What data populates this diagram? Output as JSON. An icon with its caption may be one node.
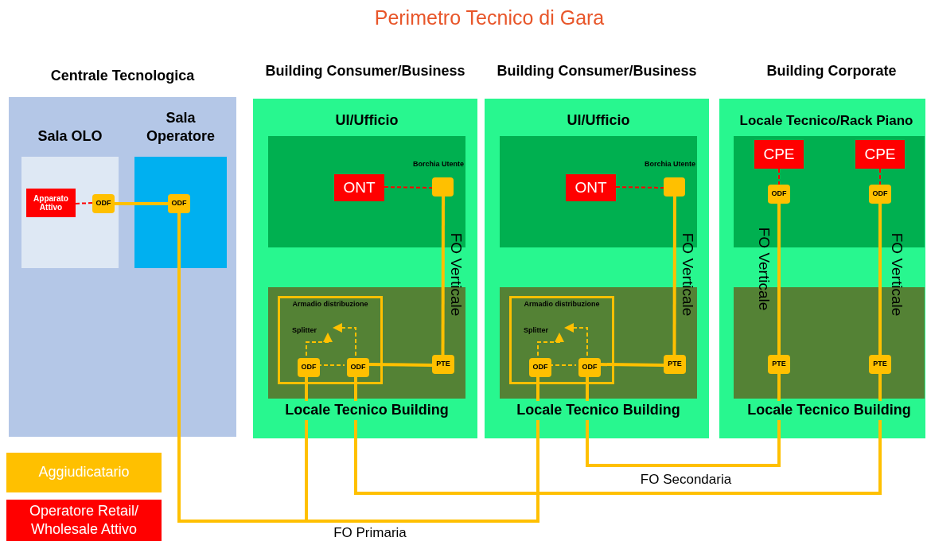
{
  "diagram": {
    "title": "Perimetro Tecnico di Gara",
    "nodes": [
      {
        "text": [
          "Centrale Tecnologica"
        ]
      },
      {
        "text": [
          "Sala OLO"
        ],
        "in": 0
      },
      {
        "text": [
          "Apparato Attivo"
        ],
        "in": 1
      },
      {
        "text": [
          "ODF"
        ],
        "in": 1
      },
      {
        "text": [
          "Sala Operatore"
        ],
        "in": 0
      },
      {
        "text": [
          "ODF"
        ],
        "in": 4
      },
      {
        "text": [
          "Building Consumer/Business"
        ]
      },
      {
        "text": [
          "UI/Ufficio"
        ],
        "in": 6
      },
      {
        "text": [
          "ONT"
        ],
        "in": 7
      },
      {
        "text": [
          "Borchia Utente"
        ],
        "in": 7
      },
      {
        "text": [
          "Locale Tecnico Building"
        ],
        "in": 6
      },
      {
        "text": [
          "Armadio distribuzione"
        ],
        "in": 10
      },
      {
        "text": [
          "Splitter"
        ],
        "in": 11
      },
      {
        "text": [
          "ODF"
        ],
        "in": 11
      },
      {
        "text": [
          "ODF"
        ],
        "in": 11
      },
      {
        "text": [
          "PTE"
        ],
        "in": 10
      },
      {
        "text": [
          "Building Consumer/Business"
        ]
      },
      {
        "text": [
          "UI/Ufficio"
        ],
        "in": 16
      },
      {
        "text": [
          "ONT"
        ],
        "in": 17
      },
      {
        "text": [
          "Borchia Utente"
        ],
        "in": 17
      },
      {
        "text": [
          "Locale Tecnico Building"
        ],
        "in": 16
      },
      {
        "text": [
          "Armadio distribuzione"
        ],
        "in": 20
      },
      {
        "text": [
          "Splitter"
        ],
        "in": 21
      },
      {
        "text": [
          "ODF"
        ],
        "in": 21
      },
      {
        "text": [
          "ODF"
        ],
        "in": 21
      },
      {
        "text": [
          "PTE"
        ],
        "in": 20
      },
      {
        "text": [
          "Building Corporate"
        ]
      },
      {
        "text": [
          "Locale Tecnico/Rack Piano"
        ],
        "in": 26
      },
      {
        "text": [
          "CPE"
        ],
        "in": 27
      },
      {
        "text": [
          "ODF"
        ],
        "in": 27
      },
      {
        "text": [
          "CPE"
        ],
        "in": 27
      },
      {
        "text": [
          "ODF"
        ],
        "in": 27
      },
      {
        "text": [
          "Locale Tecnico Building"
        ],
        "in": 26
      },
      {
        "text": [
          "PTE"
        ],
        "in": 32
      },
      {
        "text": [
          "PTE"
        ],
        "in": 32
      }
    ],
    "edges": [
      {
        "from": 2,
        "to": 3,
        "arrow": "none",
        "style": "dashed",
        "color": "#ff0000"
      },
      {
        "from": 3,
        "to": 5,
        "arrow": "none",
        "style": "thick"
      },
      {
        "from": 8,
        "to": 9,
        "arrow": "none",
        "style": "dashed",
        "color": "#ff0000"
      },
      {
        "from": 9,
        "to": 15,
        "arrow": "none",
        "label": "FO Verticale",
        "style": "thick"
      },
      {
        "from": 13,
        "to": 12,
        "arrow": "to",
        "style": "dashed"
      },
      {
        "from": 14,
        "to": 12,
        "arrow": "to",
        "style": "dashed"
      },
      {
        "from": 13,
        "to": 14,
        "arrow": "none",
        "style": "dashed"
      },
      {
        "from": 14,
        "to": 15,
        "arrow": "none",
        "style": "thick"
      },
      {
        "from": 18,
        "to": 19,
        "arrow": "none",
        "style": "dashed",
        "color": "#ff0000"
      },
      {
        "from": 19,
        "to": 25,
        "arrow": "none",
        "label": "FO Verticale",
        "style": "thick"
      },
      {
        "from": 23,
        "to": 22,
        "arrow": "to",
        "style": "dashed"
      },
      {
        "from": 24,
        "to": 22,
        "arrow": "to",
        "style": "dashed"
      },
      {
        "from": 23,
        "to": 24,
        "arrow": "none",
        "style": "dashed"
      },
      {
        "from": 24,
        "to": 25,
        "arrow": "none",
        "style": "thick"
      },
      {
        "from": 28,
        "to": 29,
        "arrow": "none",
        "style": "dashed",
        "color": "#ff0000"
      },
      {
        "from": 30,
        "to": 31,
        "arrow": "none",
        "style": "dashed",
        "color": "#ff0000"
      },
      {
        "from": 29,
        "to": 33,
        "arrow": "none",
        "label": "FO Verticale",
        "style": "thick"
      },
      {
        "from": 31,
        "to": 34,
        "arrow": "none",
        "label": "FO Verticale",
        "style": "thick"
      },
      {
        "from": 5,
        "to": 13,
        "arrow": "none",
        "style": "thick"
      },
      {
        "from": 5,
        "to": 23,
        "arrow": "none",
        "label": "FO Primaria",
        "style": "thick"
      },
      {
        "from": 14,
        "to": 34,
        "arrow": "none",
        "label": "FO Secondaria",
        "style": "thick"
      },
      {
        "from": 24,
        "to": 33,
        "arrow": "none",
        "style": "thick"
      }
    ],
    "legend": [
      {
        "text": "Aggiudicatario",
        "color": "#ffc000"
      },
      {
        "text": "Operatore Retail/ Wholesale Attivo",
        "color": "#ff0000"
      }
    ]
  }
}
